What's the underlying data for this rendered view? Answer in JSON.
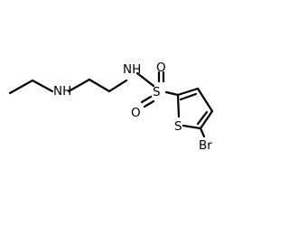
{
  "molecule": {
    "atoms": {
      "nh_amine": "NH",
      "nh_sulfonamide": "NH",
      "sulfur_sulfonyl": "S",
      "oxygen_top": "O",
      "oxygen_bottom": "O",
      "sulfur_thiophene": "S",
      "bromine": "Br"
    }
  }
}
